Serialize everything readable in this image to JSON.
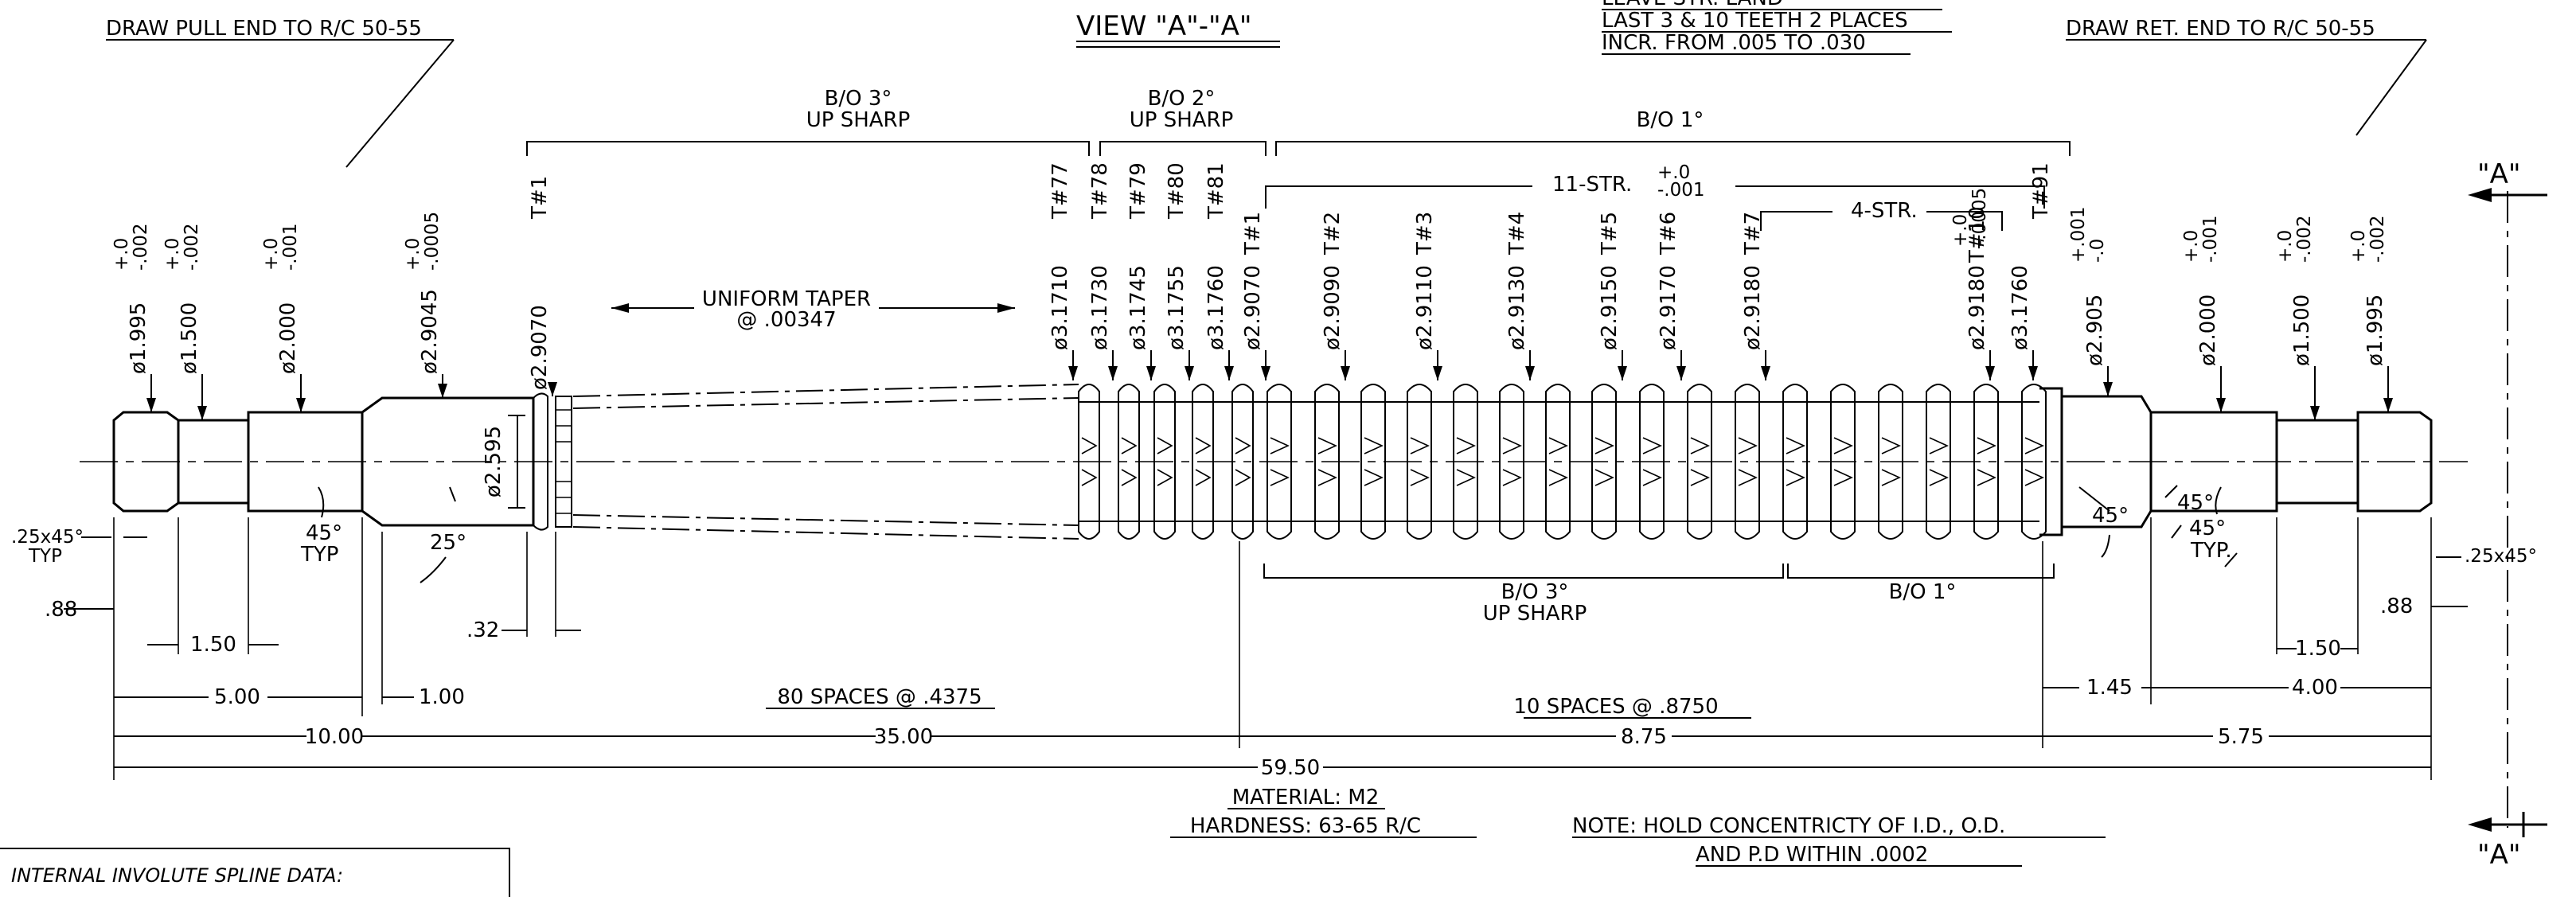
{
  "header": {
    "draw_pull_end": "DRAW PULL END TO R/C 50-55",
    "view_title": "VIEW \"A\"-\"A\"",
    "leave_land_partial": "LEAVE STR. LAND",
    "teeth_note_line1": "LAST 3 & 10 TEETH 2 PLACES",
    "teeth_note_line2": "INCR. FROM .005 TO .030",
    "draw_ret_end": "DRAW RET. END TO R/C 50-55"
  },
  "backoff": {
    "bo3_top": "B/O 3°",
    "bo3_top_sub": "UP SHARP",
    "bo2_top": "B/O 2°",
    "bo2_top_sub": "UP SHARP",
    "bo1_top": "B/O 1°",
    "bo3_bottom": "B/O 3°",
    "bo3_bottom_sub": "UP SHARP",
    "bo1_bottom": "B/O 1°"
  },
  "groups": {
    "str11": "11-STR.",
    "str11_tol_plus": "+.0",
    "str11_tol_minus": "-.001",
    "str4": "4-STR."
  },
  "taper": {
    "line1": "UNIFORM TAPER",
    "line2": "@ .00347"
  },
  "section_views": {
    "a_top": "\"A\"",
    "a_bottom": "\"A\""
  },
  "diameters_left": [
    {
      "text": "ø1.995",
      "tp": "+.0",
      "tm": "-.002"
    },
    {
      "text": "ø1.500",
      "tp": "+.0",
      "tm": "-.002"
    },
    {
      "text": "ø2.000",
      "tp": "+.0",
      "tm": "-.001"
    },
    {
      "text": "ø2.9045",
      "tp": "+.0",
      "tm": "-.0005"
    },
    {
      "text": "ø2.9070"
    }
  ],
  "tooth_labels": {
    "t1_left": "T#1",
    "t77": "T#77",
    "t78": "T#78",
    "t79": "T#79",
    "t80": "T#80",
    "t81": "T#81",
    "t1_mid": "T#1",
    "t2": "T#2",
    "t3": "T#3",
    "t4": "T#4",
    "t5": "T#5",
    "t6": "T#6",
    "t7": "T#7",
    "t10": "T#10",
    "t91": "T#91"
  },
  "diameters_teeth": [
    {
      "text": "ø3.1710"
    },
    {
      "text": "ø3.1730"
    },
    {
      "text": "ø3.1745"
    },
    {
      "text": "ø3.1755"
    },
    {
      "text": "ø3.1760"
    },
    {
      "text": "ø2.9070"
    },
    {
      "text": "ø2.9090"
    },
    {
      "text": "ø2.9110"
    },
    {
      "text": "ø2.9130"
    },
    {
      "text": "ø2.9150"
    },
    {
      "text": "ø2.9170"
    },
    {
      "text": "ø2.9180"
    },
    {
      "text": "ø2.9180",
      "tp": "+.0",
      "tm": "-.0005"
    },
    {
      "text": "ø3.1760"
    }
  ],
  "diameters_right": [
    {
      "text": "ø2.905",
      "tp": "+.001",
      "tm": "-.0"
    },
    {
      "text": "ø2.000",
      "tp": "+.0",
      "tm": "-.001"
    },
    {
      "text": "ø1.500",
      "tp": "+.0",
      "tm": "-.002"
    },
    {
      "text": "ø1.995",
      "tp": "+.0",
      "tm": "-.002"
    }
  ],
  "inner": {
    "bore": "ø2.595"
  },
  "angles": {
    "a45_left": "45°",
    "typ_left": "TYP",
    "a25": "25°",
    "a45_right1": "45°",
    "a45_right2": "45°",
    "a45_right3": "45°",
    "typ_right": "TYP."
  },
  "chamfers": {
    "left": ".25x45°",
    "left_typ": "TYP",
    "right": ".25x45°"
  },
  "dims": {
    "d088_left": ".88",
    "d150_left": "1.50",
    "d500": "5.00",
    "d100": "1.00",
    "d032": ".32",
    "d1000": "10.00",
    "d3500": "35.00",
    "spaces80": "80 SPACES @ .4375",
    "spaces10": "10 SPACES @ .8750",
    "d875": "8.75",
    "d145": "1.45",
    "d400": "4.00",
    "d150_right": "1.50",
    "d088_right": ".88",
    "d575": "5.75",
    "d5950": "59.50"
  },
  "notes": {
    "material": "MATERIAL: M2",
    "hardness": "HARDNESS: 63-65 R/C",
    "note_line1": "NOTE: HOLD CONCENTRICTY OF I.D., O.D.",
    "note_line2": "AND P.D WITHIN .0002",
    "spline_data": "INTERNAL INVOLUTE SPLINE DATA:"
  }
}
